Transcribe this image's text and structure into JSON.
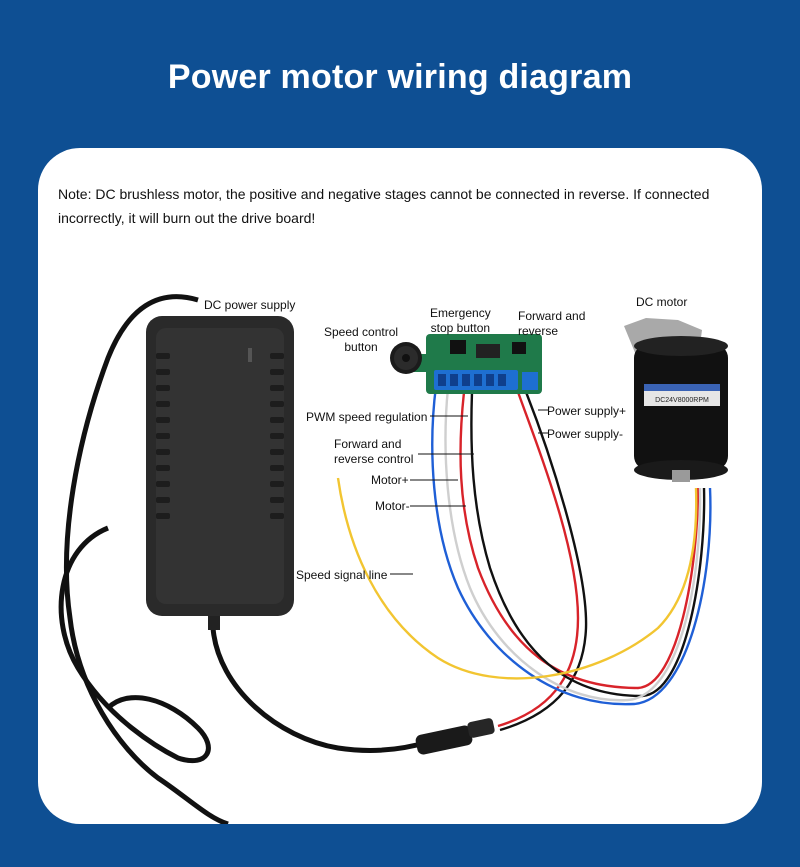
{
  "title": "Power motor wiring diagram",
  "note": "Note: DC brushless motor, the positive and negative stages cannot be connected in reverse. If connected incorrectly, it will burn out the drive board!",
  "labels": {
    "dc_power_supply": "DC power supply",
    "speed_control_button": "Speed control\nbutton",
    "emergency_stop_button": "Emergency\nstop button",
    "forward_and_reverse": "Forward and\nreverse",
    "dc_motor": "DC motor",
    "pwm_speed_regulation": "PWM speed regulation",
    "forward_reverse_control": "Forward and\nreverse control",
    "motor_plus": "Motor+",
    "motor_minus": "Motor-",
    "power_supply_plus": "Power supply+",
    "power_supply_minus": "Power supply-",
    "speed_signal_line": "Speed signal line"
  },
  "motor_label_text": "DC24V8000RPM",
  "colors": {
    "background": "#0e4f93",
    "panel": "#ffffff",
    "adapter": "#2a2a2a",
    "board": "#1f7a4a",
    "terminal": "#1e6fd1",
    "wire_red": "#d8232a",
    "wire_black": "#111111",
    "wire_blue": "#1f5fd6",
    "wire_white": "#e6e6e6",
    "wire_yellow": "#f2c531"
  }
}
